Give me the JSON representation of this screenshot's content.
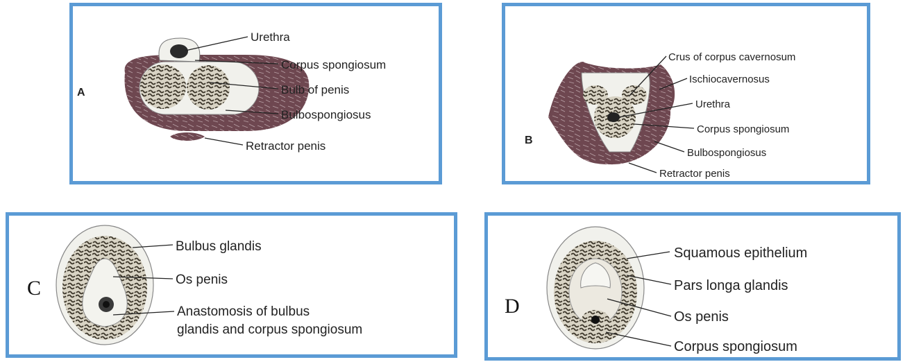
{
  "colors": {
    "panel_border": "#5b9bd5",
    "muscle": "#6e4750",
    "tissue": "#d9d6cb",
    "capsule": "#f1f1ec"
  },
  "panels": {
    "a": {
      "letter": "A",
      "labels": [
        "Urethra",
        "Corpus spongiosum",
        "Bulb of penis",
        "Bulbospongiosus",
        "Retractor penis"
      ]
    },
    "b": {
      "letter": "B",
      "labels": [
        "Crus of corpus cavernosum",
        "Ischiocavernosus",
        "Urethra",
        "Corpus spongiosum",
        "Bulbospongiosus",
        "Retractor penis"
      ]
    },
    "c": {
      "letter": "C",
      "labels": [
        "Bulbus glandis",
        "Os penis",
        "Anastomosis of bulbus",
        "glandis and corpus spongiosum"
      ]
    },
    "d": {
      "letter": "D",
      "labels": [
        "Squamous epithelium",
        "Pars longa glandis",
        "Os penis",
        "Corpus spongiosum"
      ]
    }
  }
}
